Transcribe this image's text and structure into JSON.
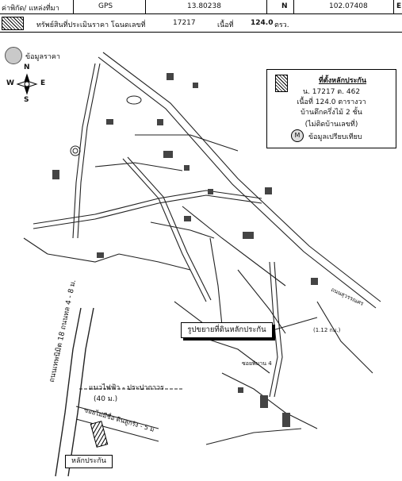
{
  "header": {
    "coord_label": "ค่าพิกัด/ แหล่งที่มา",
    "source": "GPS",
    "north_value": "13.80238",
    "north_letter": "N",
    "east_value": "102.07408",
    "east_letter": "E"
  },
  "deed_row": {
    "label": "ทรัพย์สินที่ประเมินราคา โฉนดเลขที่",
    "deed_number": "17217",
    "area_label": "เนื้อที่",
    "area_value": "124.0",
    "area_unit": "ตรว."
  },
  "legend": {
    "price_data": "ข้อมูลราคา"
  },
  "compass": {
    "n": "N",
    "s": "S",
    "e": "E",
    "w": "W"
  },
  "infobox": {
    "title": "ที่ตั้งหลักประกัน",
    "deed": "น. 17217 ต. 462",
    "area": "เนื้อที่ 124.0 ตารางวา",
    "building": "บ้านตึกครึ่งไม้ 2 ชั้น",
    "no_number": "(ไม่ติดบ้านเลขที่)",
    "m_letter": "M",
    "compare": "ข้อมูลเปรียบเทียบ"
  },
  "callout": "รูปขยายที่ดินหลักประกัน",
  "roads": {
    "main_road": "ถนนเทพนิมิต 18 ถนนทล 4 - 8 ม.",
    "road_name": "แนวไฟฟ้า - ประปาถาวร",
    "road_width": "(40 ม.)",
    "lane": "ซอยไม่มีชื่อ ดินลูกรัง - 5 ม"
  },
  "collateral_label": "หลักประกัน",
  "labels": {
    "dist": "(1.12 กม.)",
    "r1": "ถนนสุวรรณศร",
    "r2": "ซอยพิมาน 4"
  }
}
